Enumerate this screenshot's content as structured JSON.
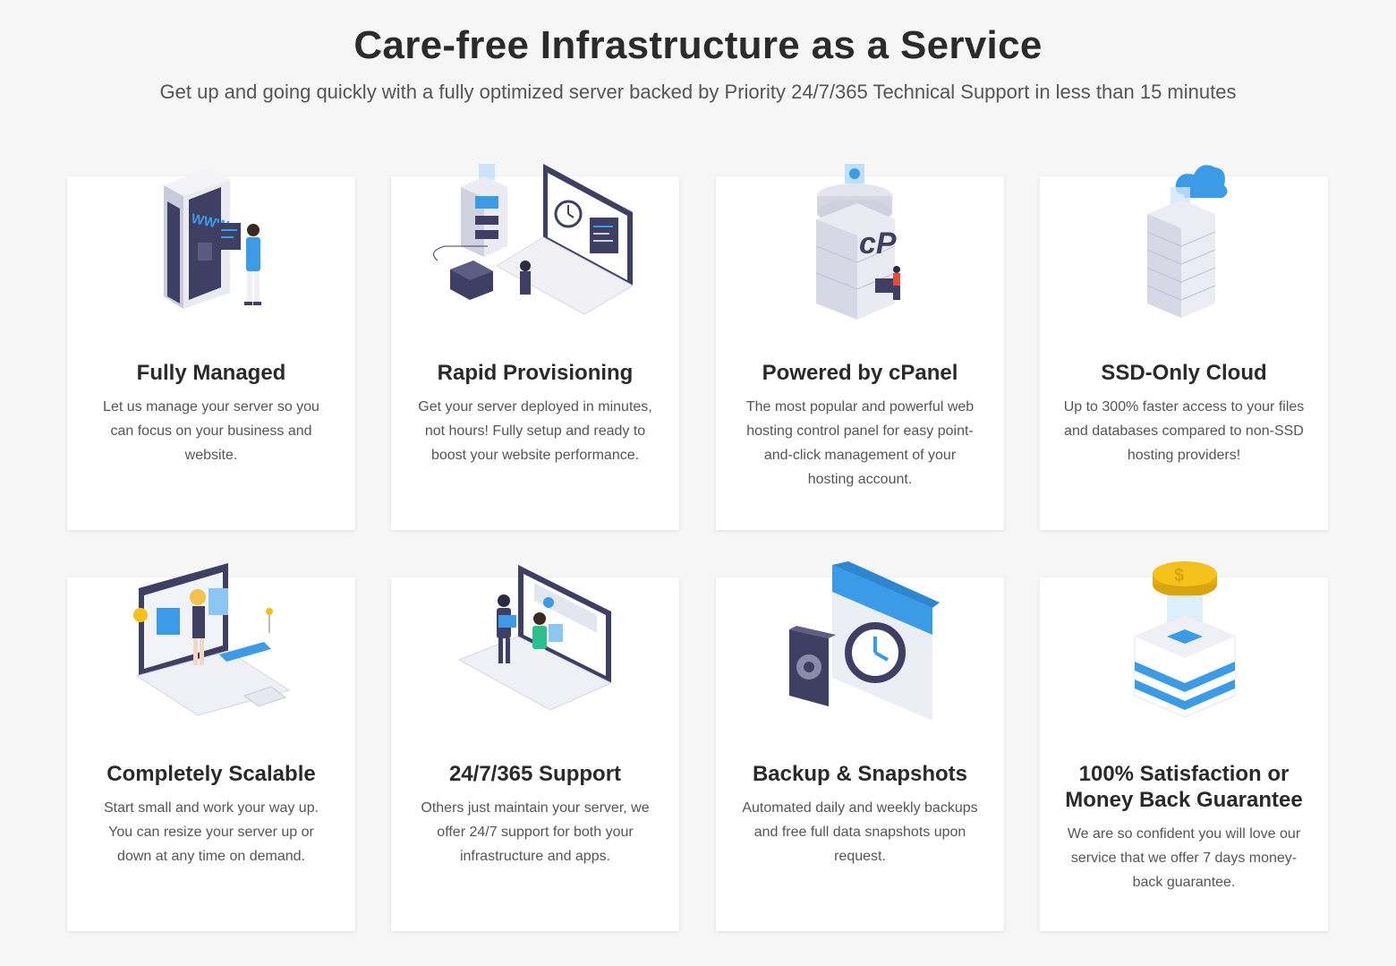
{
  "header": {
    "title": "Care-free Infrastructure as a Service",
    "subtitle": "Get up and going quickly with a fully optimized server backed by Priority 24/7/365 Technical Support in less than 15 minutes"
  },
  "colors": {
    "accent_blue": "#3b9be6",
    "navy": "#3f3f63",
    "gold": "#f4c21b",
    "card_bg": "#ffffff",
    "page_bg": "#f6f6f7"
  },
  "features": [
    {
      "title": "Fully Managed",
      "text": "Let us manage your server so you can focus on your business and website.",
      "icon": "www-server-icon",
      "illus_label": "WWW"
    },
    {
      "title": "Rapid Provisioning",
      "text": "Get your server deployed in minutes, not hours! Fully setup and ready to boost your website performance.",
      "icon": "laptop-clock-icon"
    },
    {
      "title": "Powered by cPanel",
      "text": "The most popular and powerful web hosting control panel for easy point-and-click management of your hosting account.",
      "icon": "cpanel-server-icon",
      "illus_label": "cP"
    },
    {
      "title": "SSD-Only Cloud",
      "text": "Up to 300% faster access to your files and databases compared to non-SSD hosting providers!",
      "icon": "cloud-storage-icon"
    },
    {
      "title": "Completely Scalable",
      "text": "Start small and work your way up. You can resize your server up or down at any time on demand.",
      "icon": "scalable-laptop-icon"
    },
    {
      "title": "24/7/365 Support",
      "text": "Others just maintain your server, we offer 24/7 support for both your infrastructure and apps.",
      "icon": "support-team-icon"
    },
    {
      "title": "Backup & Snapshots",
      "text": "Automated daily and weekly backups and free full data snapshots upon request.",
      "icon": "backup-clock-icon"
    },
    {
      "title": "100% Satisfaction or Money Back Guarantee",
      "text": "We are so confident you will love our service that we offer 7 days money-back guarantee.",
      "icon": "gold-coin-icon",
      "illus_label": "$"
    }
  ]
}
